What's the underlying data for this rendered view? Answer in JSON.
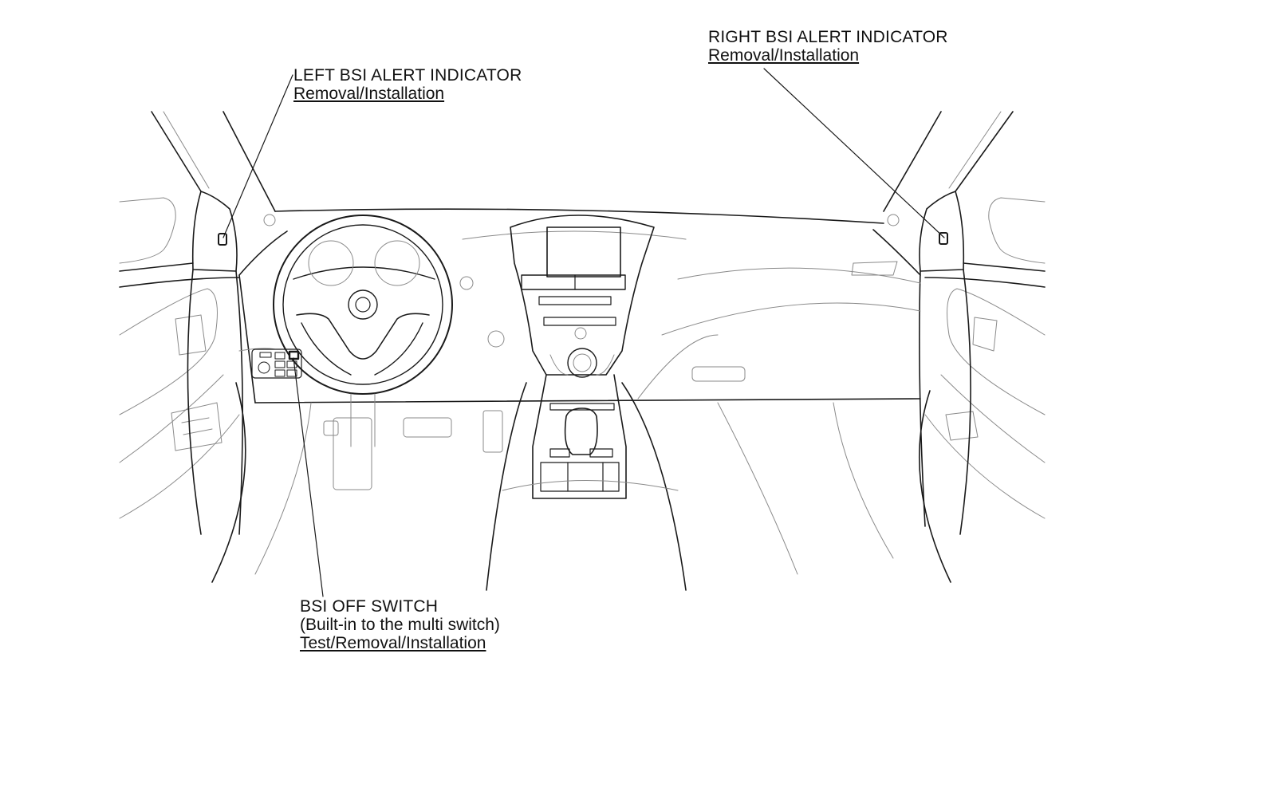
{
  "callouts": {
    "left_indicator": {
      "title": "LEFT BSI ALERT INDICATOR",
      "link": "Removal/Installation"
    },
    "right_indicator": {
      "title": "RIGHT BSI ALERT INDICATOR",
      "link": "Removal/Installation"
    },
    "bsi_off_switch": {
      "title": "BSI OFF SWITCH",
      "note": "(Built-in to the multi switch)",
      "link": "Test/Removal/Installation"
    }
  },
  "colors": {
    "line": "#1a1a1a",
    "faint_line": "#8a8a8a",
    "background": "#ffffff"
  }
}
